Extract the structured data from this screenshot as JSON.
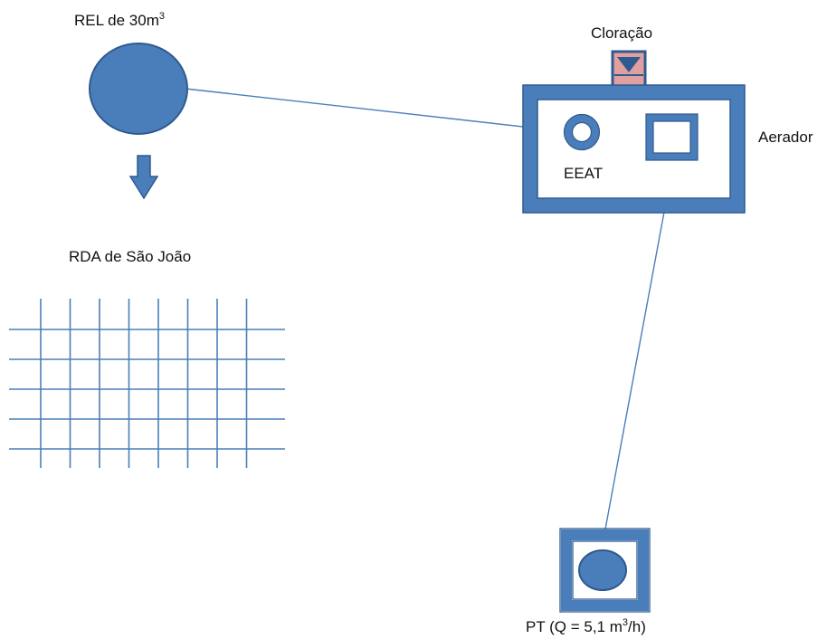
{
  "colors": {
    "fill": "#4a7ebb",
    "stroke": "#2f5a8f",
    "pipe": "#4a7ebb",
    "chlorine": "#e0a0a0",
    "background": "#ffffff"
  },
  "labels": {
    "rel": "REL de 30m",
    "rel_sup": "3",
    "rda": "RDA de São João",
    "cloracao": "Cloração",
    "aerador": "Aerador",
    "eeat": "EEAT",
    "pt_prefix": "PT (Q = 5,1 m",
    "pt_sup": "3",
    "pt_suffix": "/h)"
  },
  "grid": {
    "rows": 5,
    "columns": 8
  }
}
